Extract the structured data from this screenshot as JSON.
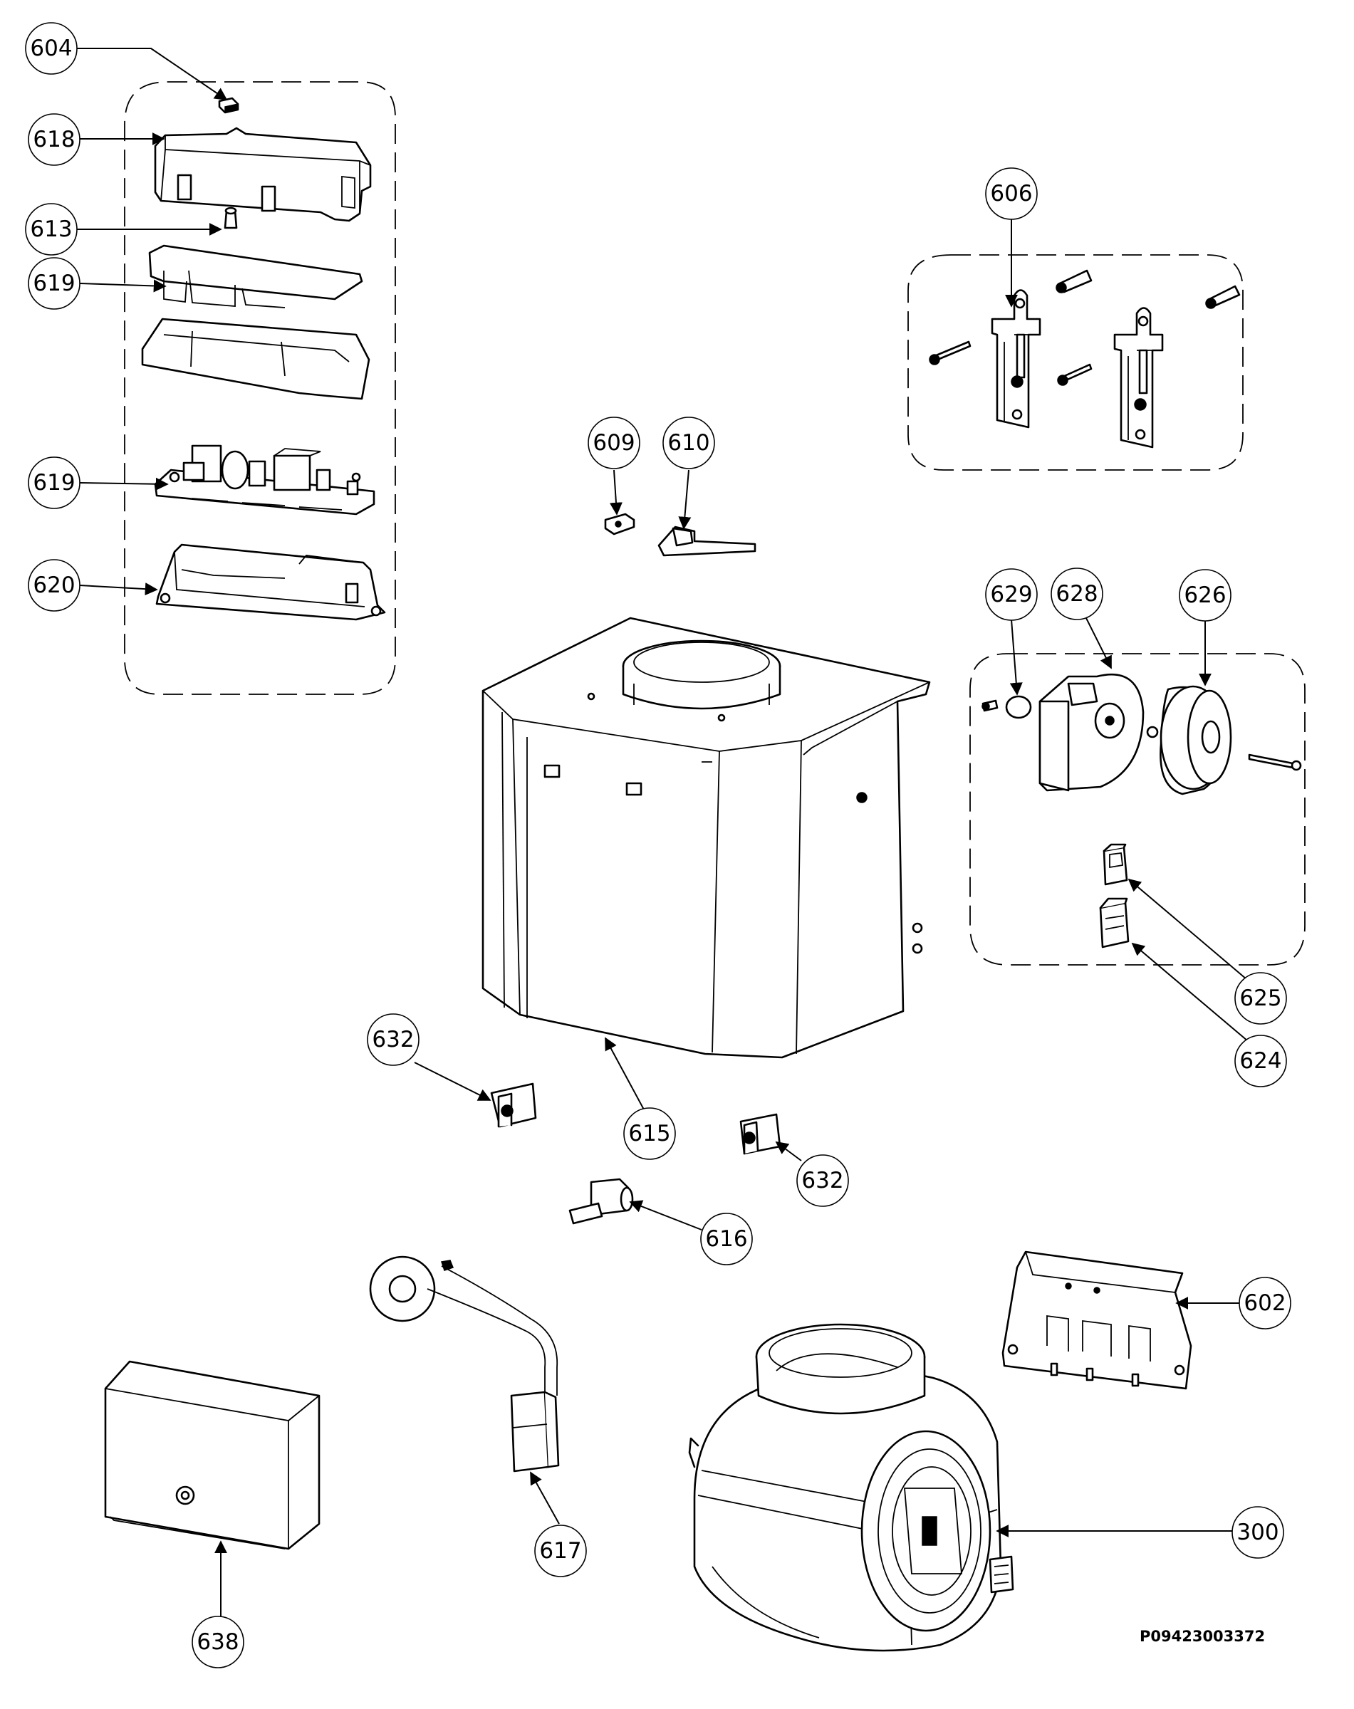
{
  "diagram": {
    "type": "exploded-parts-diagram",
    "reference_code": "P09423003372",
    "callouts": [
      {
        "label": "604"
      },
      {
        "label": "618"
      },
      {
        "label": "613"
      },
      {
        "label": "619"
      },
      {
        "label": "619"
      },
      {
        "label": "620"
      },
      {
        "label": "606"
      },
      {
        "label": "609"
      },
      {
        "label": "610"
      },
      {
        "label": "629"
      },
      {
        "label": "628"
      },
      {
        "label": "626"
      },
      {
        "label": "625"
      },
      {
        "label": "624"
      },
      {
        "label": "632"
      },
      {
        "label": "615"
      },
      {
        "label": "632"
      },
      {
        "label": "616"
      },
      {
        "label": "602"
      },
      {
        "label": "617"
      },
      {
        "label": "300"
      },
      {
        "label": "638"
      }
    ]
  }
}
